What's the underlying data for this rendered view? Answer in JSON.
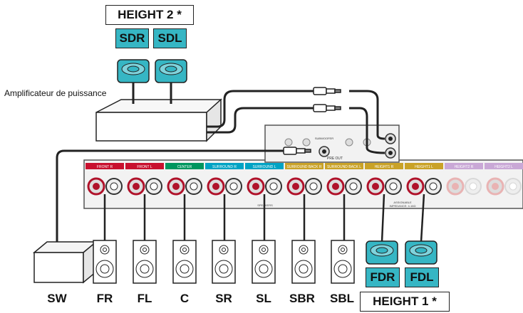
{
  "height2": {
    "label": "HEIGHT 2",
    "asterisk": "*",
    "speakers": [
      "SDR",
      "SDL"
    ]
  },
  "height1": {
    "label": "HEIGHT 1",
    "asterisk": "*",
    "speakers": [
      "FDR",
      "FDL"
    ]
  },
  "amplifier_label": "Amplificateur de puissance",
  "bottom_labels": [
    "SW",
    "FR",
    "FL",
    "C",
    "SR",
    "SL",
    "SBR",
    "SBL"
  ],
  "receiver": {
    "terminals": [
      "FRONT R",
      "FRONT L",
      "CENTER",
      "SURROUND R",
      "SURROUND L",
      "SURROUND BACK R",
      "SURROUND BACK L",
      "HEIGHT1 R",
      "HEIGHT1 L",
      "HEIGHT2 R",
      "HEIGHT2 L"
    ],
    "terminal_colors": [
      "#c8102e",
      "#c8102e",
      "#00965e",
      "#00a3c4",
      "#00a3c4",
      "#c9a227",
      "#c9a227",
      "#c9a227",
      "#c9a227",
      "#c9a8d6",
      "#c9a8d6"
    ],
    "preout_label": "PRE OUT",
    "speakers_label": "SPEAKERS",
    "assignable_label": "ASSIGNABLE",
    "impedance_label": "IMPEDANCE: 4-16Ω",
    "subwoofer_label": "SUBWOOFER"
  },
  "colors": {
    "teal": "#36b6c4",
    "dark": "#222222"
  }
}
